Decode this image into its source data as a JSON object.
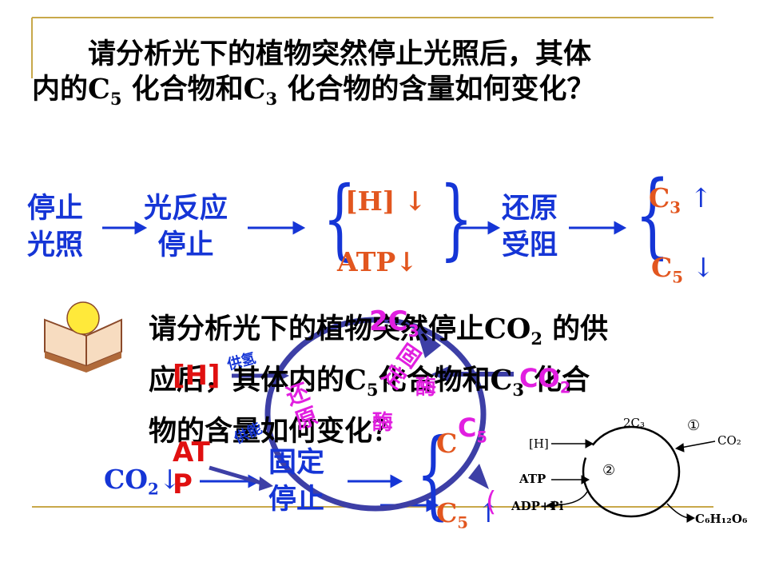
{
  "question1": {
    "line1": "请分析光下的植物突然停止光照后，其体",
    "line2_a": "内的C",
    "line2_sub5": "5",
    "line2_b": "化合物和C",
    "line2_sub3": "3",
    "line2_c": "化合物的含量如何变化？"
  },
  "flow1": {
    "stop_light": [
      "停止",
      "光照"
    ],
    "light_reaction_stop": [
      "光反应",
      "停止"
    ],
    "h_down": "[H] ↓",
    "atp_down": "ATP↓",
    "reduction_blocked": [
      "还原",
      "受阻"
    ],
    "c3_up": "C",
    "c3_sub": "3",
    "c3_arrow": "↑",
    "c5_down": "C",
    "c5_sub": "5",
    "c5_arrow": "↓"
  },
  "question2": {
    "line1_a": "请分析光下的植物突然停止CO",
    "line1_sub": "2",
    "line1_b": "的供",
    "line2_a": "应后，其体内的C",
    "line2_sub5": "5",
    "line2_b": "化合物和C",
    "line2_sub3": "3",
    "line2_c": "化合",
    "line3": "物的含量如何变化？"
  },
  "cycle_overlay": {
    "two_c3": "2C",
    "two_c3_sub": "3",
    "fix": "固定",
    "reduce": "还原",
    "enzyme1": "酶",
    "enzyme2": "酶",
    "supply_h": "供氢",
    "supply_energy": "供能",
    "h_label": "[H]",
    "atp_label": "ATP",
    "co2_label": "CO",
    "co2_sub": "2",
    "c5_label": "C",
    "c5_sub": "5"
  },
  "flow2": {
    "co2_down": "CO",
    "co2_sub": "2",
    "co2_arrow": "↓",
    "fixation_stop": [
      "固定",
      "停止"
    ],
    "c3_partial": "C",
    "c5_up": "C",
    "c5_sub": "5",
    "c5_arrow": "↑",
    "paren": "("
  },
  "small_diagram": {
    "two_c3": "2C₃",
    "circled1": "①",
    "circled2": "②",
    "co2": "CO₂",
    "h": "[H]",
    "atp": "ATP",
    "adp": "ADP+Pi",
    "glucose": "C₆H₁₂O₆"
  },
  "colors": {
    "blue": "#1535d6",
    "orange_red": "#e2561f",
    "magenta": "#e11fe0",
    "cycle_purple": "#3d3fa6",
    "gold_line": "#c8a84a"
  }
}
